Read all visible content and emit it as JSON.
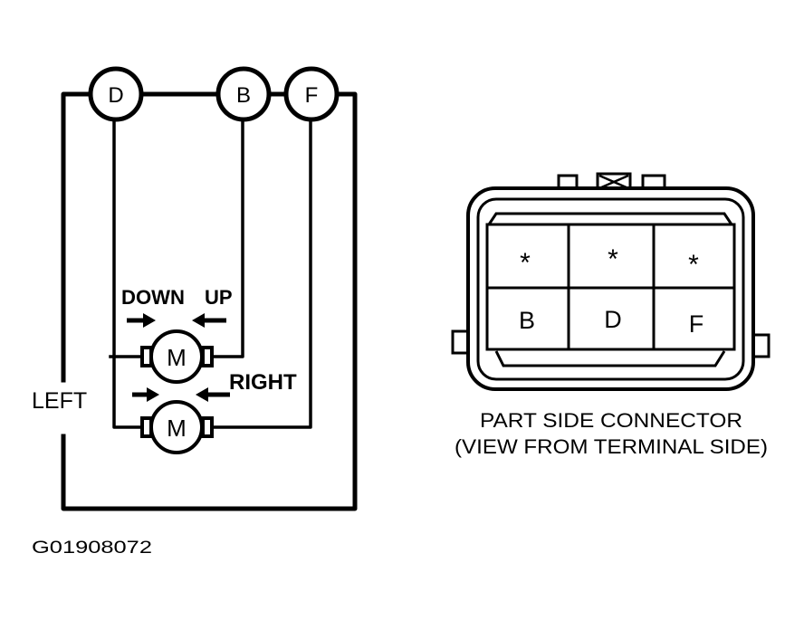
{
  "circuit": {
    "terminals": [
      "D",
      "B",
      "F"
    ],
    "motor_label": "M",
    "direction_labels": {
      "down": "DOWN",
      "up": "UP",
      "left": "LEFT",
      "right": "RIGHT"
    }
  },
  "connector": {
    "top_row": [
      "*",
      "*",
      "*"
    ],
    "bottom_row": [
      "B",
      "D",
      "F"
    ],
    "caption_line1": "PART SIDE CONNECTOR",
    "caption_line2": "(VIEW FROM TERMINAL SIDE)"
  },
  "figure_id": "G01908072"
}
